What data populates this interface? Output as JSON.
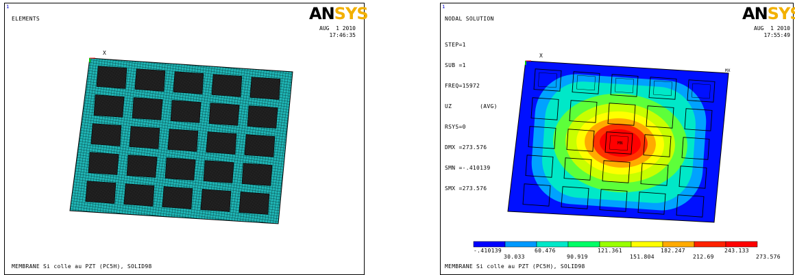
{
  "left": {
    "window_number": "1",
    "title": "ELEMENTS",
    "logo_dark": "AN",
    "logo_light": "SYS",
    "date": "AUG  1 2010",
    "time": "17:46:35",
    "axis_label": "X",
    "footer": "MEMBRANE Si colle au PZT (PC5H), SOLID98"
  },
  "right": {
    "window_number": "1",
    "title": "NODAL SOLUTION",
    "logo_dark": "AN",
    "logo_light": "SYS",
    "date": "AUG  1 2010",
    "time": "17:55:49",
    "axis_label": "X",
    "info": [
      "STEP=1",
      "SUB =1",
      "FREQ=15972",
      "UZ        (AVG)",
      "RSYS=0",
      "DMX =273.576",
      "SMN =-.410139",
      "SMX =273.576"
    ],
    "mx_label": "MX",
    "mn_label": "MN",
    "legend_top_labels": [
      "-.410139",
      "60.476",
      "121.361",
      "182.247",
      "243.133"
    ],
    "legend_bottom_labels": [
      "30.033",
      "90.919",
      "151.804",
      "212.69",
      "273.576"
    ],
    "legend_colors": [
      "#0000ff",
      "#0099ff",
      "#00e8c8",
      "#00ff66",
      "#99ff00",
      "#ffff00",
      "#ffaa00",
      "#ff2200",
      "#ff0000"
    ],
    "footer": "MEMBRANE Si colle au PZT (PC5H), SOLID98"
  }
}
